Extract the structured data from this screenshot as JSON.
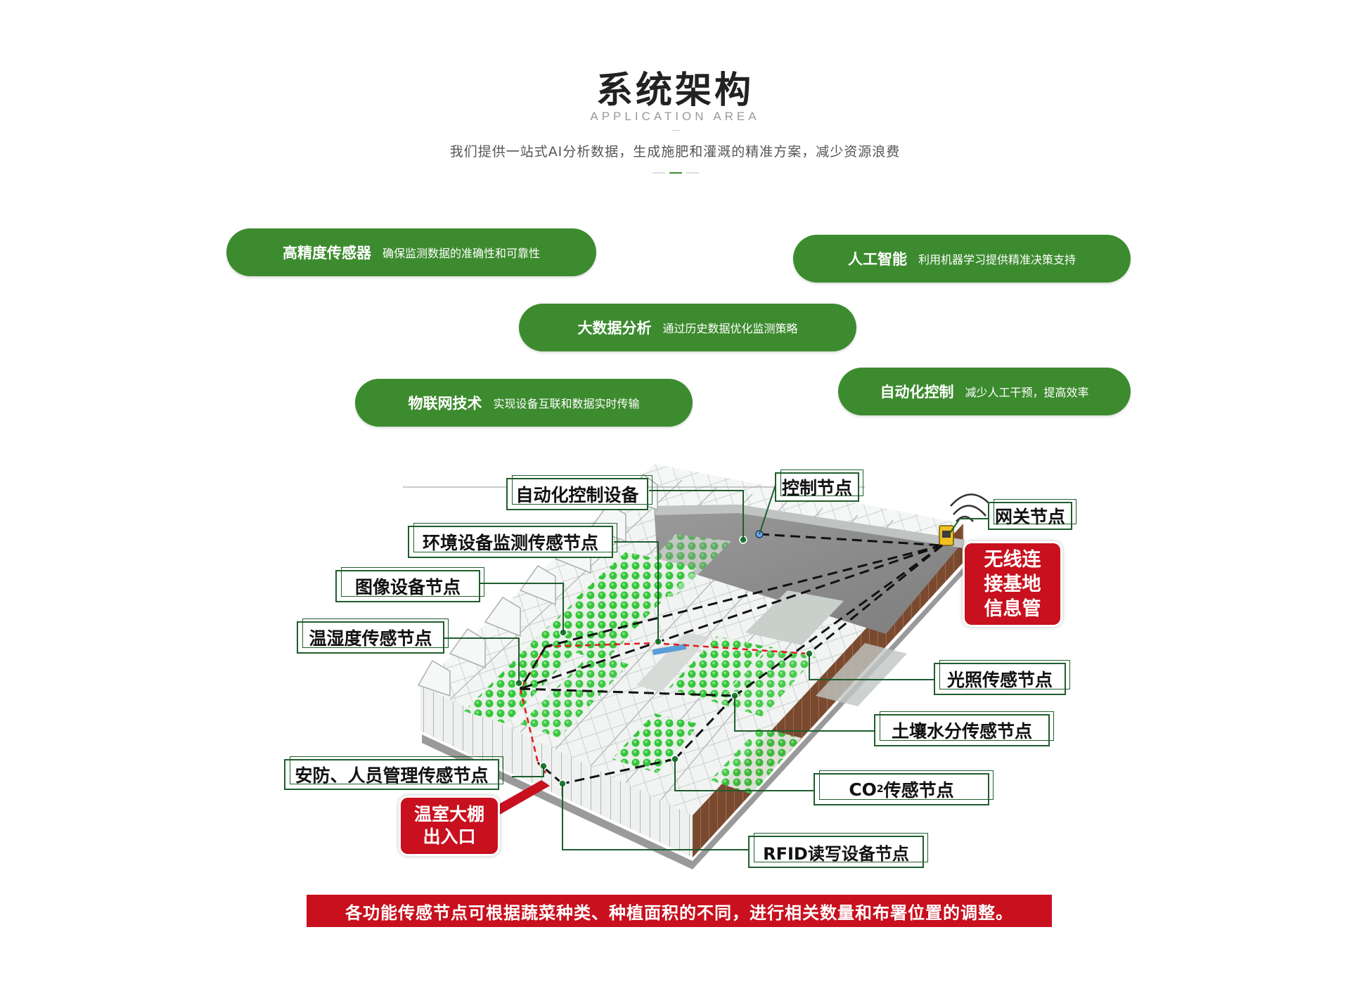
{
  "header": {
    "title": "系统架构",
    "subtitle_en": "APPLICATION AREA",
    "description": "我们提供一站式AI分析数据，生成施肥和灌溉的精准方案，减少资源浪费"
  },
  "features": [
    {
      "title": "高精度传感器",
      "desc": "确保监测数据的准确性和可靠性"
    },
    {
      "title": "人工智能",
      "desc": "利用机器学习提供精准决策支持"
    },
    {
      "title": "大数据分析",
      "desc": "通过历史数据优化监测策略"
    },
    {
      "title": "物联网技术",
      "desc": "实现设备互联和数据实时传输"
    },
    {
      "title": "自动化控制",
      "desc": "减少人工干预，提高效率"
    }
  ],
  "diagram_labels": {
    "auto_control_device": "自动化控制设备",
    "control_node": "控制节点",
    "gateway_node": "网关节点",
    "env_monitor_node": "环境设备监测传感节点",
    "image_device_node": "图像设备节点",
    "temp_humidity_node": "温湿度传感节点",
    "light_node": "光照传感节点",
    "soil_moisture_node": "土壤水分传感节点",
    "security_node": "安防、人员管理传感节点",
    "co2_prefix": "CO",
    "co2_sub": "2",
    "co2_suffix": "传感节点",
    "rfid_node": "RFID读写设备节点"
  },
  "callouts": {
    "wireless": [
      "无线连",
      "接基地",
      "信息管"
    ],
    "entrance": [
      "温室大棚",
      "出入口"
    ]
  },
  "footer_note": "各功能传感节点可根据蔬菜种类、种植面积的不同，进行相关数量和布署位置的调整。",
  "colors": {
    "pill_green": "#3d8b2f",
    "label_border": "#1f5d2e",
    "alert_red": "#c8101e",
    "plant_green": "#35c53b"
  }
}
